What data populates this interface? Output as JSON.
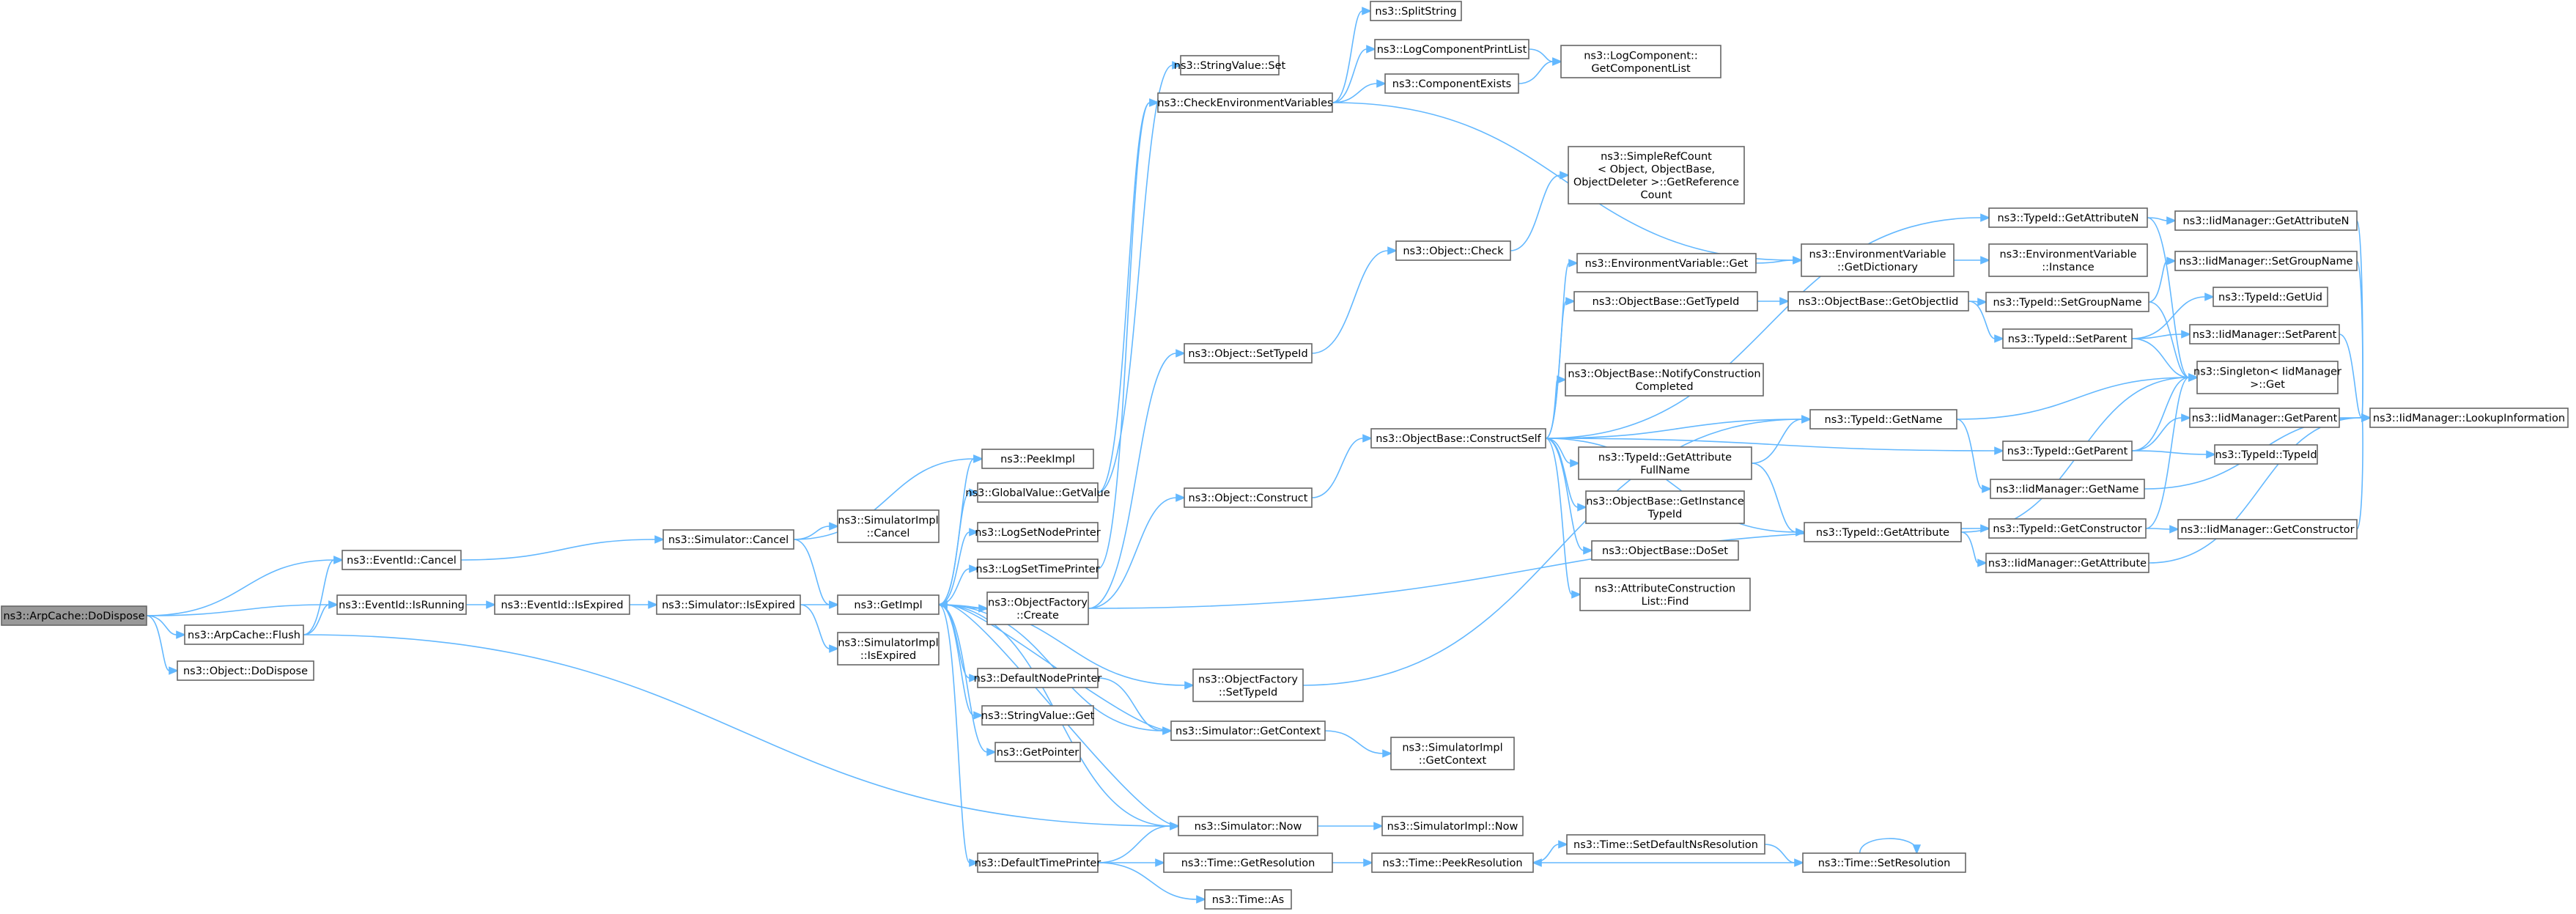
{
  "graph": {
    "edge_color": "#63b8ff",
    "root_fill": "#999999",
    "node_fill": "#ffffff",
    "node_border": "#666666",
    "nodes": [
      {
        "id": "arp_dodispose",
        "lines": [
          "ns3::ArpCache::DoDispose"
        ],
        "root": true
      },
      {
        "id": "eventid_cancel",
        "lines": [
          "ns3::EventId::Cancel"
        ]
      },
      {
        "id": "eventid_isrunning",
        "lines": [
          "ns3::EventId::IsRunning"
        ]
      },
      {
        "id": "arp_flush",
        "lines": [
          "ns3::ArpCache::Flush"
        ]
      },
      {
        "id": "object_dodispose",
        "lines": [
          "ns3::Object::DoDispose"
        ]
      },
      {
        "id": "eventid_isexpired",
        "lines": [
          "ns3::EventId::IsExpired"
        ]
      },
      {
        "id": "sim_cancel",
        "lines": [
          "ns3::Simulator::Cancel"
        ]
      },
      {
        "id": "sim_isexpired",
        "lines": [
          "ns3::Simulator::IsExpired"
        ]
      },
      {
        "id": "simimpl_cancel",
        "lines": [
          "ns3::SimulatorImpl",
          "::Cancel"
        ]
      },
      {
        "id": "simimpl_isexpired",
        "lines": [
          "ns3::SimulatorImpl",
          "::IsExpired"
        ]
      },
      {
        "id": "getimpl",
        "lines": [
          "ns3::GetImpl"
        ]
      },
      {
        "id": "peekimpl",
        "lines": [
          "ns3::PeekImpl"
        ]
      },
      {
        "id": "globalvalue_getvalue",
        "lines": [
          "ns3::GlobalValue::GetValue"
        ]
      },
      {
        "id": "logsetnodeprinter",
        "lines": [
          "ns3::LogSetNodePrinter"
        ]
      },
      {
        "id": "logsettimeprinter",
        "lines": [
          "ns3::LogSetTimePrinter"
        ]
      },
      {
        "id": "objectfactory_create",
        "lines": [
          "ns3::ObjectFactory",
          "::Create"
        ]
      },
      {
        "id": "defaultnodeprinter",
        "lines": [
          "ns3::DefaultNodePrinter"
        ]
      },
      {
        "id": "stringvalue_get",
        "lines": [
          "ns3::StringValue::Get"
        ]
      },
      {
        "id": "getpointer",
        "lines": [
          "ns3::GetPointer"
        ]
      },
      {
        "id": "defaulttimeprinter",
        "lines": [
          "ns3::DefaultTimePrinter"
        ]
      },
      {
        "id": "stringvalue_set",
        "lines": [
          "ns3::StringValue::Set"
        ]
      },
      {
        "id": "checkenvvars",
        "lines": [
          "ns3::CheckEnvironmentVariables"
        ]
      },
      {
        "id": "object_settypeid",
        "lines": [
          "ns3::Object::SetTypeId"
        ]
      },
      {
        "id": "object_construct",
        "lines": [
          "ns3::Object::Construct"
        ]
      },
      {
        "id": "objectfactory_settypeid",
        "lines": [
          "ns3::ObjectFactory",
          "::SetTypeId"
        ]
      },
      {
        "id": "sim_getcontext",
        "lines": [
          "ns3::Simulator::GetContext"
        ]
      },
      {
        "id": "sim_now",
        "lines": [
          "ns3::Simulator::Now"
        ]
      },
      {
        "id": "time_getresolution",
        "lines": [
          "ns3::Time::GetResolution"
        ]
      },
      {
        "id": "time_as",
        "lines": [
          "ns3::Time::As"
        ]
      },
      {
        "id": "splitstring",
        "lines": [
          "ns3::SplitString"
        ]
      },
      {
        "id": "logcomponentprintlist",
        "lines": [
          "ns3::LogComponentPrintList"
        ]
      },
      {
        "id": "componentexists",
        "lines": [
          "ns3::ComponentExists"
        ]
      },
      {
        "id": "logcomponent_getlist",
        "lines": [
          "ns3::LogComponent::",
          "GetComponentList"
        ]
      },
      {
        "id": "object_check",
        "lines": [
          "ns3::Object::Check"
        ]
      },
      {
        "id": "simplerefcount",
        "lines": [
          "ns3::SimpleRefCount",
          "< Object, ObjectBase,",
          "ObjectDeleter >::GetReference",
          "Count"
        ]
      },
      {
        "id": "objectbase_constructself",
        "lines": [
          "ns3::ObjectBase::ConstructSelf"
        ]
      },
      {
        "id": "simimpl_getcontext",
        "lines": [
          "ns3::SimulatorImpl",
          "::GetContext"
        ]
      },
      {
        "id": "simimpl_now",
        "lines": [
          "ns3::SimulatorImpl::Now"
        ]
      },
      {
        "id": "time_peekresolution",
        "lines": [
          "ns3::Time::PeekResolution"
        ]
      },
      {
        "id": "envvar_get",
        "lines": [
          "ns3::EnvironmentVariable::Get"
        ]
      },
      {
        "id": "objectbase_gettypeid",
        "lines": [
          "ns3::ObjectBase::GetTypeId"
        ]
      },
      {
        "id": "objectbase_notifyconstruction",
        "lines": [
          "ns3::ObjectBase::NotifyConstruction",
          "Completed"
        ]
      },
      {
        "id": "typeid_getattributefullname",
        "lines": [
          "ns3::TypeId::GetAttribute",
          "FullName"
        ]
      },
      {
        "id": "objectbase_getinstancetypeid",
        "lines": [
          "ns3::ObjectBase::GetInstance",
          "TypeId"
        ]
      },
      {
        "id": "objectbase_doset",
        "lines": [
          "ns3::ObjectBase::DoSet"
        ]
      },
      {
        "id": "attrconstruction_find",
        "lines": [
          "ns3::AttributeConstruction",
          "List::Find"
        ]
      },
      {
        "id": "time_setdefaultnsresolution",
        "lines": [
          "ns3::Time::SetDefaultNsResolution"
        ]
      },
      {
        "id": "typeid_getattributen",
        "lines": [
          "ns3::TypeId::GetAttributeN"
        ]
      },
      {
        "id": "envvar_getdictionary",
        "lines": [
          "ns3::EnvironmentVariable",
          "::GetDictionary"
        ]
      },
      {
        "id": "objectbase_getobjectiid",
        "lines": [
          "ns3::ObjectBase::GetObjectIid"
        ]
      },
      {
        "id": "typeid_getname",
        "lines": [
          "ns3::TypeId::GetName"
        ]
      },
      {
        "id": "typeid_getattribute",
        "lines": [
          "ns3::TypeId::GetAttribute"
        ]
      },
      {
        "id": "time_setresolution",
        "lines": [
          "ns3::Time::SetResolution"
        ]
      },
      {
        "id": "envvar_instance",
        "lines": [
          "ns3::EnvironmentVariable",
          "::Instance"
        ]
      },
      {
        "id": "typeid_setgroupname",
        "lines": [
          "ns3::TypeId::SetGroupName"
        ]
      },
      {
        "id": "typeid_setparent",
        "lines": [
          "ns3::TypeId::SetParent"
        ]
      },
      {
        "id": "typeid_getparent",
        "lines": [
          "ns3::TypeId::GetParent"
        ]
      },
      {
        "id": "iid_getname",
        "lines": [
          "ns3::IidManager::GetName"
        ]
      },
      {
        "id": "typeid_getconstructor",
        "lines": [
          "ns3::TypeId::GetConstructor"
        ]
      },
      {
        "id": "iid_getattribute",
        "lines": [
          "ns3::IidManager::GetAttribute"
        ]
      },
      {
        "id": "iid_getattributen",
        "lines": [
          "ns3::IidManager::GetAttributeN"
        ]
      },
      {
        "id": "iid_setgroupname",
        "lines": [
          "ns3::IidManager::SetGroupName"
        ]
      },
      {
        "id": "typeid_getuid",
        "lines": [
          "ns3::TypeId::GetUid"
        ]
      },
      {
        "id": "iid_setparent",
        "lines": [
          "ns3::IidManager::SetParent"
        ]
      },
      {
        "id": "singleton_get",
        "lines": [
          "ns3::Singleton< IidManager",
          ">::Get"
        ]
      },
      {
        "id": "iid_getparent",
        "lines": [
          "ns3::IidManager::GetParent"
        ]
      },
      {
        "id": "typeid_typeid",
        "lines": [
          "ns3::TypeId::TypeId"
        ]
      },
      {
        "id": "iid_getconstructor",
        "lines": [
          "ns3::IidManager::GetConstructor"
        ]
      },
      {
        "id": "iid_lookupinformation",
        "lines": [
          "ns3::IidManager::LookupInformation"
        ]
      }
    ],
    "edges": [
      [
        "arp_dodispose",
        "eventid_cancel"
      ],
      [
        "arp_dodispose",
        "eventid_isrunning"
      ],
      [
        "arp_dodispose",
        "arp_flush"
      ],
      [
        "arp_dodispose",
        "object_dodispose"
      ],
      [
        "arp_flush",
        "eventid_cancel"
      ],
      [
        "arp_flush",
        "eventid_isrunning"
      ],
      [
        "arp_flush",
        "sim_now"
      ],
      [
        "eventid_cancel",
        "sim_cancel"
      ],
      [
        "eventid_isrunning",
        "eventid_isexpired"
      ],
      [
        "eventid_isexpired",
        "sim_isexpired"
      ],
      [
        "sim_cancel",
        "simimpl_cancel"
      ],
      [
        "sim_cancel",
        "getimpl"
      ],
      [
        "sim_cancel",
        "peekimpl"
      ],
      [
        "sim_isexpired",
        "simimpl_isexpired"
      ],
      [
        "sim_isexpired",
        "getimpl"
      ],
      [
        "getimpl",
        "peekimpl"
      ],
      [
        "getimpl",
        "globalvalue_getvalue"
      ],
      [
        "getimpl",
        "logsetnodeprinter"
      ],
      [
        "getimpl",
        "logsettimeprinter"
      ],
      [
        "getimpl",
        "objectfactory_create"
      ],
      [
        "getimpl",
        "objectfactory_settypeid"
      ],
      [
        "getimpl",
        "defaultnodeprinter"
      ],
      [
        "getimpl",
        "stringvalue_get"
      ],
      [
        "getimpl",
        "getpointer"
      ],
      [
        "getimpl",
        "defaulttimeprinter"
      ],
      [
        "getimpl",
        "sim_now"
      ],
      [
        "getimpl",
        "sim_getcontext"
      ],
      [
        "globalvalue_getvalue",
        "stringvalue_set"
      ],
      [
        "globalvalue_getvalue",
        "checkenvvars"
      ],
      [
        "logsettimeprinter",
        "checkenvvars"
      ],
      [
        "objectfactory_create",
        "object_settypeid"
      ],
      [
        "objectfactory_create",
        "object_construct"
      ],
      [
        "objectfactory_create",
        "typeid_getconstructor"
      ],
      [
        "objectfactory_settypeid",
        "typeid_getname"
      ],
      [
        "defaultnodeprinter",
        "sim_getcontext"
      ],
      [
        "defaulttimeprinter",
        "sim_now"
      ],
      [
        "defaulttimeprinter",
        "time_getresolution"
      ],
      [
        "defaulttimeprinter",
        "time_as"
      ],
      [
        "checkenvvars",
        "splitstring"
      ],
      [
        "checkenvvars",
        "logcomponentprintlist"
      ],
      [
        "checkenvvars",
        "componentexists"
      ],
      [
        "checkenvvars",
        "envvar_getdictionary"
      ],
      [
        "logcomponentprintlist",
        "logcomponent_getlist"
      ],
      [
        "componentexists",
        "logcomponent_getlist"
      ],
      [
        "object_settypeid",
        "object_check"
      ],
      [
        "object_check",
        "simplerefcount"
      ],
      [
        "object_construct",
        "objectbase_constructself"
      ],
      [
        "sim_getcontext",
        "simimpl_getcontext"
      ],
      [
        "sim_getcontext",
        "getimpl"
      ],
      [
        "sim_now",
        "simimpl_now"
      ],
      [
        "sim_now",
        "getimpl"
      ],
      [
        "time_getresolution",
        "time_peekresolution"
      ],
      [
        "objectbase_constructself",
        "envvar_get"
      ],
      [
        "objectbase_constructself",
        "objectbase_gettypeid"
      ],
      [
        "objectbase_constructself",
        "objectbase_notifyconstruction"
      ],
      [
        "objectbase_constructself",
        "typeid_getattributefullname"
      ],
      [
        "objectbase_constructself",
        "objectbase_getinstancetypeid"
      ],
      [
        "objectbase_constructself",
        "objectbase_doset"
      ],
      [
        "objectbase_constructself",
        "attrconstruction_find"
      ],
      [
        "objectbase_constructself",
        "typeid_getattributen"
      ],
      [
        "objectbase_constructself",
        "typeid_getname"
      ],
      [
        "objectbase_constructself",
        "typeid_getattribute"
      ],
      [
        "objectbase_constructself",
        "typeid_getparent"
      ],
      [
        "envvar_get",
        "envvar_getdictionary"
      ],
      [
        "envvar_getdictionary",
        "envvar_instance"
      ],
      [
        "objectbase_gettypeid",
        "objectbase_getobjectiid"
      ],
      [
        "objectbase_getobjectiid",
        "typeid_setgroupname"
      ],
      [
        "objectbase_getobjectiid",
        "typeid_setparent"
      ],
      [
        "typeid_getattributefullname",
        "typeid_getname"
      ],
      [
        "typeid_getattributefullname",
        "typeid_getattribute"
      ],
      [
        "typeid_getattributen",
        "iid_getattributen"
      ],
      [
        "typeid_getattributen",
        "singleton_get"
      ],
      [
        "typeid_getname",
        "iid_getname"
      ],
      [
        "typeid_getname",
        "singleton_get"
      ],
      [
        "typeid_getattribute",
        "iid_getattribute"
      ],
      [
        "typeid_getattribute",
        "singleton_get"
      ],
      [
        "typeid_setgroupname",
        "iid_setgroupname"
      ],
      [
        "typeid_setgroupname",
        "singleton_get"
      ],
      [
        "typeid_setparent",
        "typeid_getuid"
      ],
      [
        "typeid_setparent",
        "iid_setparent"
      ],
      [
        "typeid_setparent",
        "singleton_get"
      ],
      [
        "typeid_getparent",
        "iid_getparent"
      ],
      [
        "typeid_getparent",
        "typeid_typeid"
      ],
      [
        "typeid_getparent",
        "singleton_get"
      ],
      [
        "typeid_getconstructor",
        "iid_getconstructor"
      ],
      [
        "typeid_getconstructor",
        "singleton_get"
      ],
      [
        "time_peekresolution",
        "time_setdefaultnsresolution"
      ],
      [
        "time_setdefaultnsresolution",
        "time_setresolution"
      ],
      [
        "time_setresolution",
        "time_peekresolution"
      ],
      [
        "time_setresolution",
        "time_setresolution"
      ],
      [
        "iid_getattributen",
        "iid_lookupinformation"
      ],
      [
        "iid_setgroupname",
        "iid_lookupinformation"
      ],
      [
        "iid_setparent",
        "iid_lookupinformation"
      ],
      [
        "iid_getparent",
        "iid_lookupinformation"
      ],
      [
        "iid_getname",
        "iid_lookupinformation"
      ],
      [
        "iid_getconstructor",
        "iid_lookupinformation"
      ],
      [
        "iid_getattribute",
        "iid_lookupinformation"
      ]
    ]
  }
}
